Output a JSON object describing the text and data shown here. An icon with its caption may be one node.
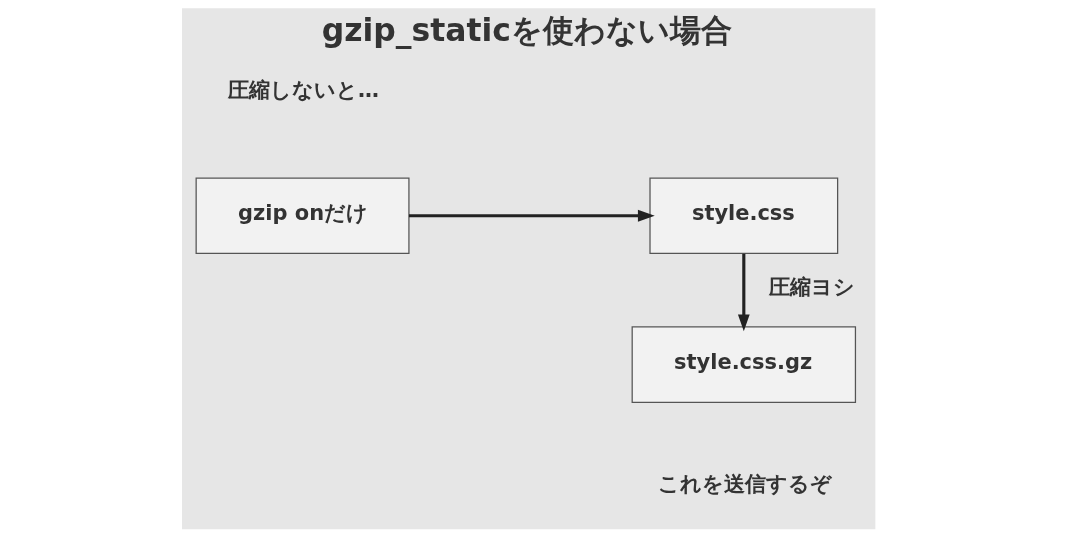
{
  "diagram": {
    "title": "gzip_staticを使わない場合",
    "nodes": [
      {
        "text": [
          "gzip onだけ"
        ],
        "beside": [
          "圧縮しないと…"
        ]
      },
      {
        "text": [
          "style.css"
        ]
      },
      {
        "text": [
          "style.css.gz"
        ],
        "beside": [
          "これを送信するぞ"
        ]
      }
    ],
    "edges": [
      {
        "from": 0,
        "to": 1,
        "arrow": "to"
      },
      {
        "from": 1,
        "to": 2,
        "arrow": "to",
        "label": "圧縮ヨシ"
      }
    ]
  }
}
